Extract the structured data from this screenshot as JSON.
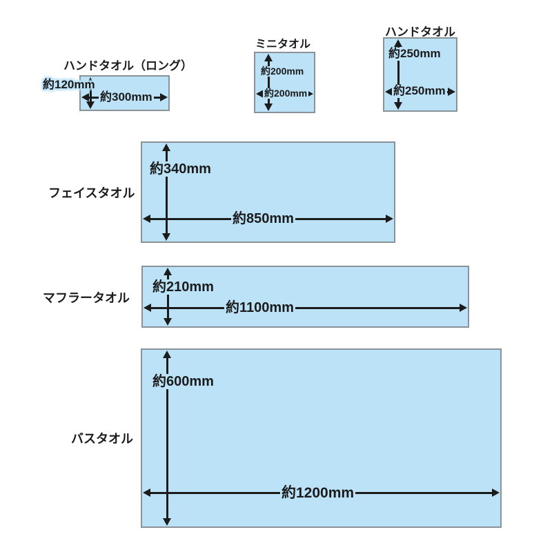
{
  "colors": {
    "fill": "#bce2f8",
    "border": "#8a9298",
    "ink": "#1b1b1b"
  },
  "towels": [
    {
      "name": "ハンドタオル（ロング）",
      "height_label": "約120mm",
      "width_label": "約300mm",
      "height_mm": 120,
      "width_mm": 300
    },
    {
      "name": "ミニタオル",
      "height_label": "約200mm",
      "width_label": "約200mm",
      "height_mm": 200,
      "width_mm": 200
    },
    {
      "name": "ハンドタオル",
      "height_label": "約250mm",
      "width_label": "約250mm",
      "height_mm": 250,
      "width_mm": 250
    },
    {
      "name": "フェイスタオル",
      "height_label": "約340mm",
      "width_label": "約850mm",
      "height_mm": 340,
      "width_mm": 850
    },
    {
      "name": "マフラータオル",
      "height_label": "約210mm",
      "width_label": "約1100mm",
      "height_mm": 210,
      "width_mm": 1100
    },
    {
      "name": "バスタオル",
      "height_label": "約600mm",
      "width_label": "約1200mm",
      "height_mm": 600,
      "width_mm": 1200
    }
  ]
}
